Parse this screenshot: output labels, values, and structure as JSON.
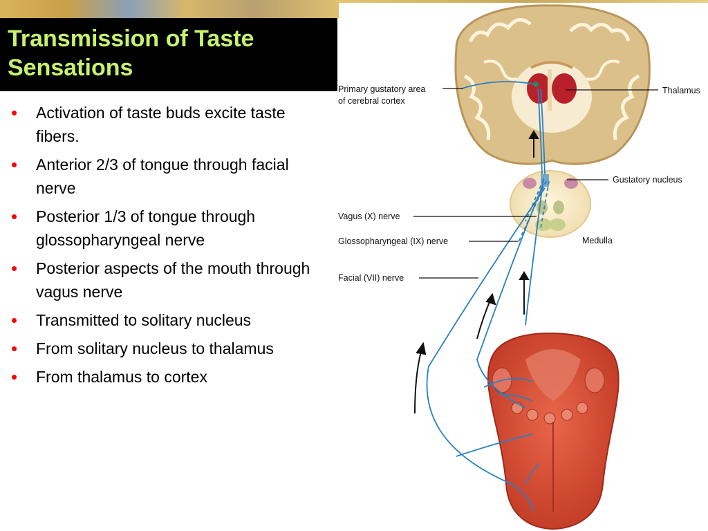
{
  "slide": {
    "title": "Transmission of Taste Sensations",
    "bullets": [
      "Activation of taste buds excite taste fibers.",
      "Anterior 2/3 of tongue through facial nerve",
      "Posterior 1/3 of tongue through glossopharyngeal nerve",
      "Posterior aspects of the mouth through vagus nerve",
      "Transmitted to solitary nucleus",
      "From solitary nucleus to thalamus",
      "From thalamus to cortex"
    ],
    "bullet_symbol": "•"
  },
  "diagram": {
    "labels": {
      "cortex_line1": "Primary gustatory area",
      "cortex_line2": "of cerebral cortex",
      "thalamus": "Thalamus",
      "gustatory_nucleus": "Gustatory nucleus",
      "vagus": "Vagus (X) nerve",
      "glossopharyngeal": "Glossopharyngeal (IX) nerve",
      "medulla": "Medulla",
      "facial": "Facial (VII) nerve"
    }
  },
  "colors": {
    "title_text": "#c6f36a",
    "bullet_dot": "#ff0000",
    "nerve": "#2a7fc0",
    "brain": "#dcc08a",
    "thalamus": "#b8202a",
    "tongue": "#d9503a"
  }
}
